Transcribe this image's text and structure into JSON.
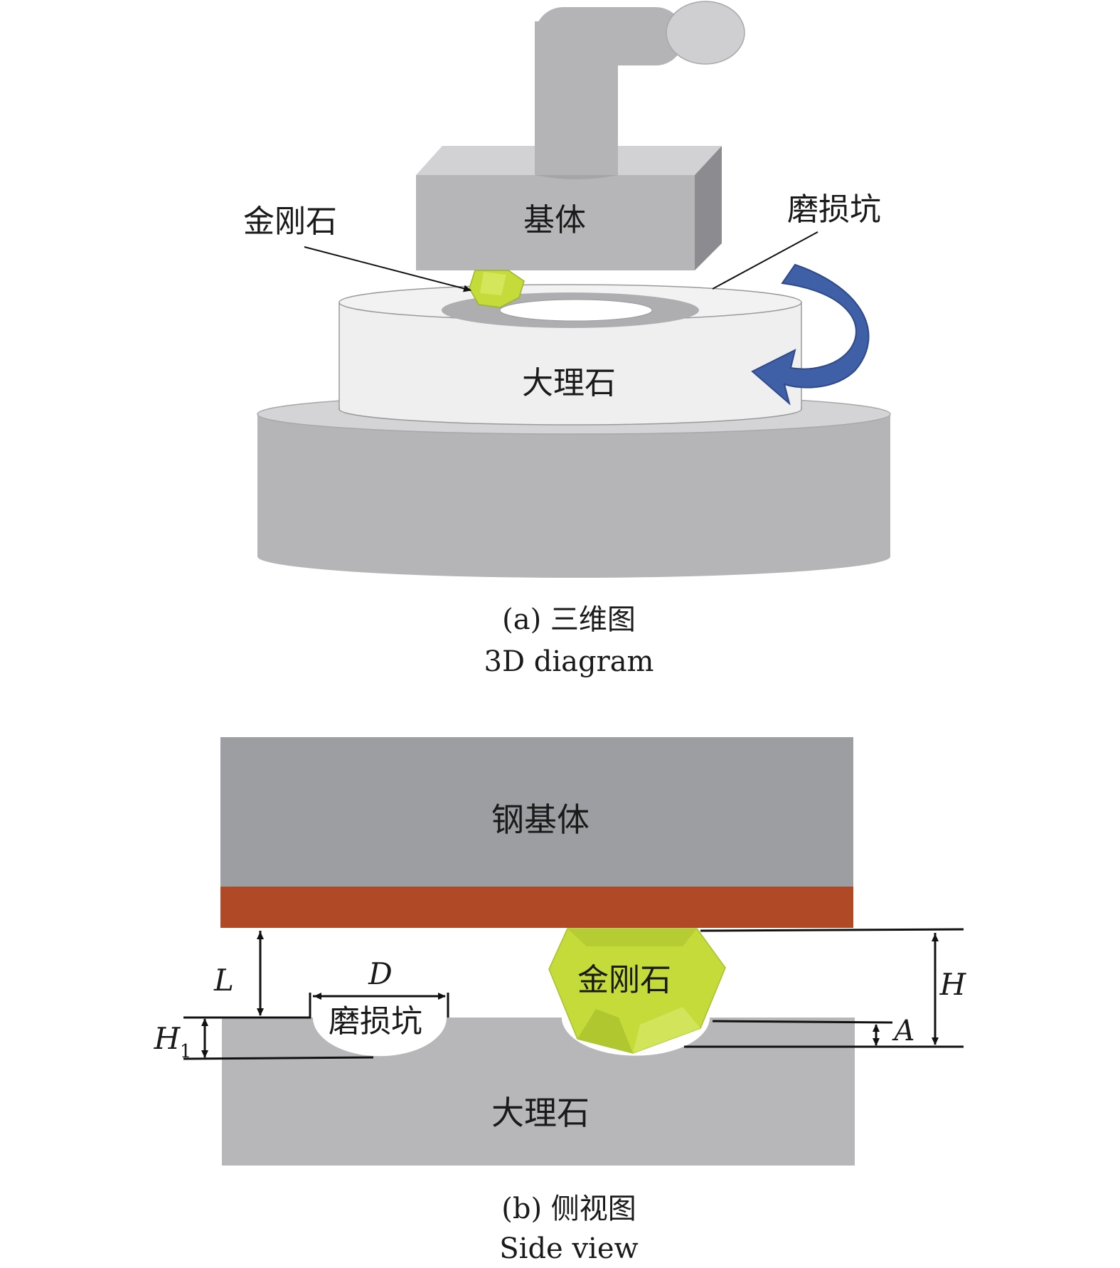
{
  "panel_a": {
    "labels": {
      "substrate": "基体",
      "diamond": "金刚石",
      "wear_pit": "磨损坑",
      "marble": "大理石"
    },
    "caption_cn": "(a) 三维图",
    "caption_en": "3D diagram"
  },
  "panel_b": {
    "labels": {
      "steel_substrate": "钢基体",
      "diamond": "金刚石",
      "wear_pit": "磨损坑",
      "marble": "大理石"
    },
    "dimensions": {
      "L": "L",
      "D": "D",
      "H": "H",
      "H1_main": "H",
      "H1_sub": "1",
      "A": "A"
    },
    "caption_cn": "(b) 侧视图",
    "caption_en": "Side view"
  },
  "colors": {
    "arm_gray": "#b4b3b6",
    "substrate_front": "#b6b5b8",
    "substrate_side": "#8c8b8f",
    "marble_white": "#efefef",
    "base_gray": "#b5b4b7",
    "diamond_green": "#c4db3a",
    "rotation_arrow": "#3f5fa6",
    "steel_gray": "#9d9ea2",
    "bond_layer": "#b04a26",
    "marble_side_gray": "#b7b6b9"
  }
}
